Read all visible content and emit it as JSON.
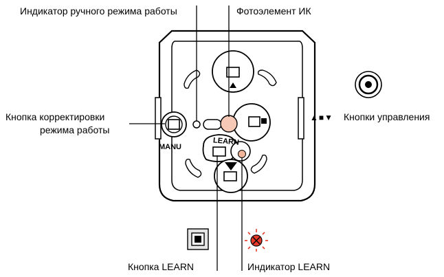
{
  "labels": {
    "manual_indicator": "Индикатор ручного режима работы",
    "ir_photocell": "Фотоэлемент ИК",
    "mode_adjust_line1": "Кнопка корректировки",
    "mode_adjust_line2": "режима работы",
    "control_buttons": "Кнопки управления",
    "learn_button": "Кнопка LEARN",
    "learn_indicator": "Индикатор LEARN",
    "manu": "MANU",
    "learn_panel": "LEARN"
  },
  "control_symbols": "▲■▼",
  "colors": {
    "photocell": "#f5c9b5",
    "learn_led": "#f0b49a",
    "learn_icon_led": "#e83a2a",
    "learn_icon_rays": "#e83a2a",
    "line": "#000000"
  },
  "icons": {
    "control_button": "round-button-icon",
    "learn_button": "square-button-icon",
    "learn_indicator": "blinking-led-icon"
  }
}
